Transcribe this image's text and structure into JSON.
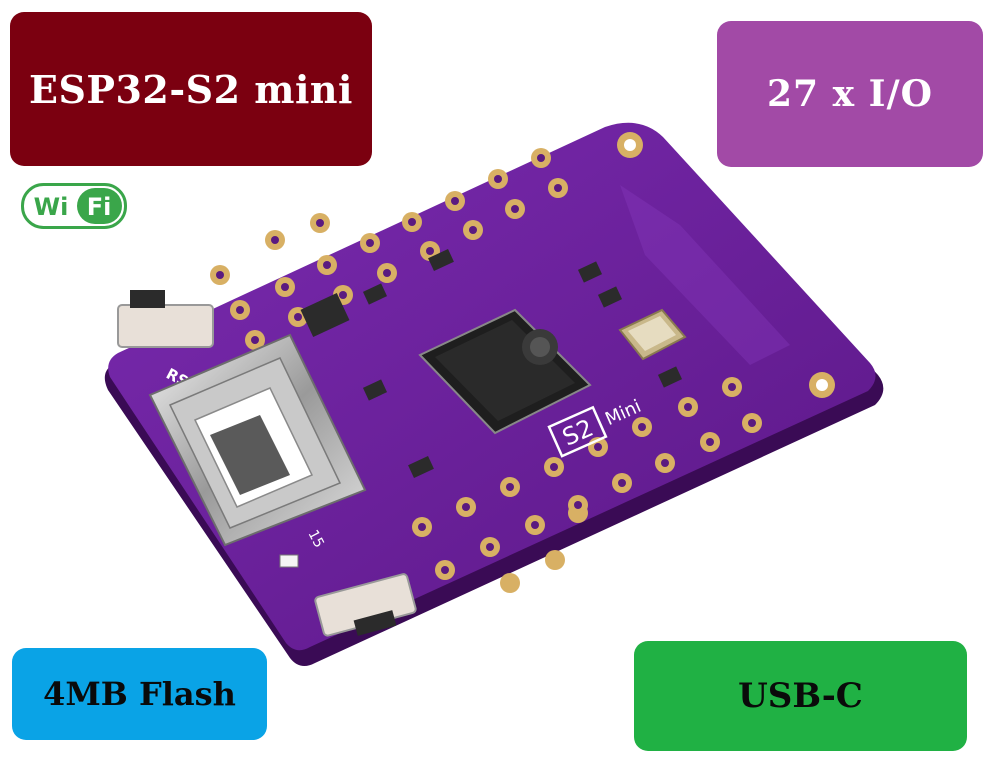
{
  "labels": {
    "model": "ESP32-S2 mini",
    "io": "27 x I/O",
    "flash": "4MB Flash",
    "usb": "USB-C"
  },
  "badge": {
    "wi": "Wi",
    "fi": "Fi",
    "color": "#3aa64a"
  },
  "board": {
    "silkscreen_s2": "S2",
    "silkscreen_mini": "Mini",
    "silkscreen_rst": "RST",
    "silkscreen_15": "15",
    "pcb_color": "#6a1f99",
    "pad_color": "#d8b064"
  },
  "icons": [
    "wifi-badge-icon",
    "usb-c-connector-icon",
    "chip-icon",
    "crystal-icon"
  ]
}
